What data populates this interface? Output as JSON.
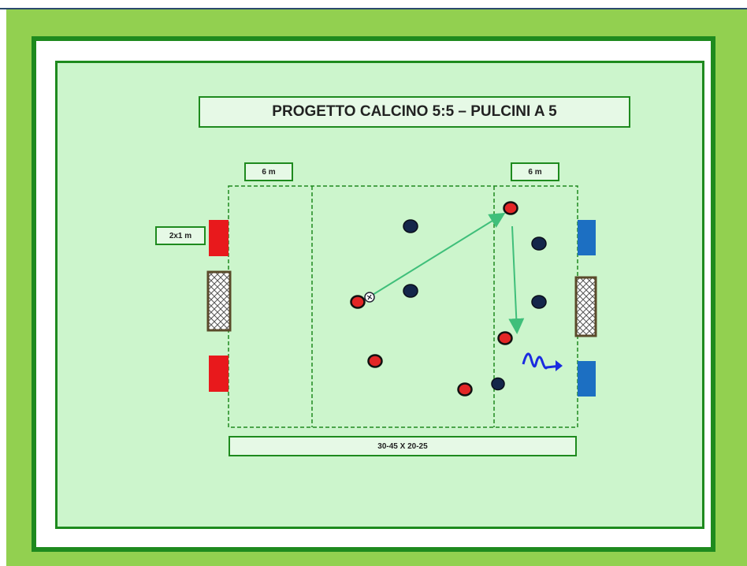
{
  "title": "PROGETTO CALCINO 5:5 – PULCINI A 5",
  "zone_label_left": "6 m",
  "zone_label_right": "6 m",
  "target_size_label": "2x1  m",
  "field_dimensions": "30-45 X 20-25",
  "colors": {
    "frame": "#92d050",
    "border": "#1e8a1e",
    "field": "#ccf5cc",
    "lines": "#1e8a1e",
    "red_team": "#e32626",
    "dark_team": "#14264a",
    "red_target": "#e8191c",
    "blue_target": "#1c6fc2",
    "pass_arrow": "#3fbf7a",
    "dribble": "#1a2be0"
  },
  "icons": [
    "soccer-goal-icon",
    "soccer-ball-icon",
    "player-marker-icon",
    "dribble-arrow-icon"
  ]
}
